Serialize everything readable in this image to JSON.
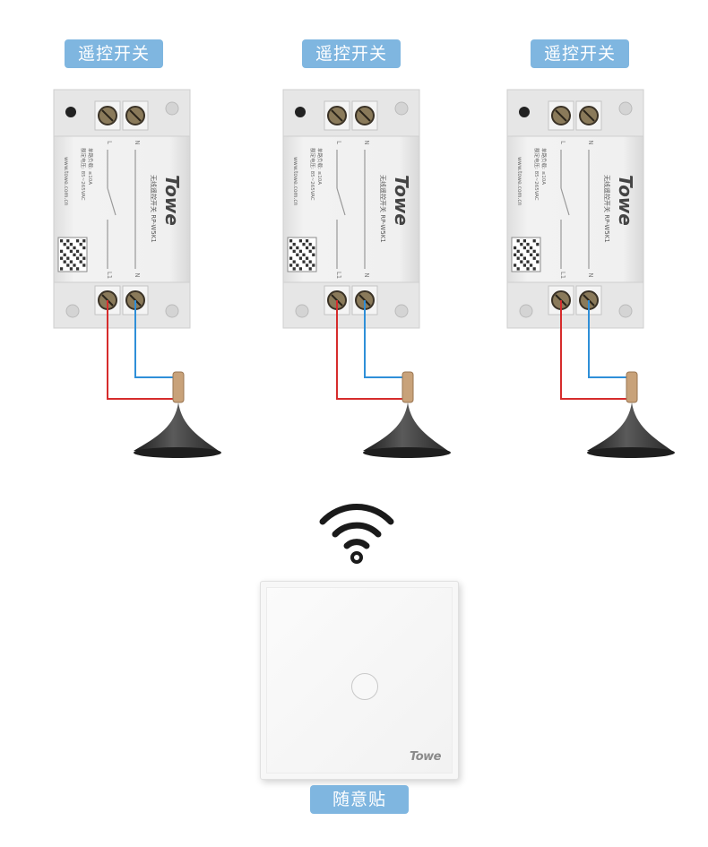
{
  "colors": {
    "tag_background": "#7fb6e0",
    "live_wire": "#d62c2c",
    "neutral_wire": "#2f8fd8"
  },
  "switch_units": [
    {
      "label": "遥控开关",
      "brand": "Towe",
      "model": "RP-W5K1",
      "website": "www.towe.com.cn",
      "spec_voltage": "额定电压: 85~265VAC",
      "spec_load": "单路负载: ≤10A",
      "title": "无线遥控开关",
      "terminals": [
        "L",
        "N",
        "L1",
        "N"
      ]
    },
    {
      "label": "遥控开关",
      "brand": "Towe",
      "model": "RP-W5K1",
      "website": "www.towe.com.cn",
      "spec_voltage": "额定电压: 85~265VAC",
      "spec_load": "单路负载: ≤10A",
      "title": "无线遥控开关",
      "terminals": [
        "L",
        "N",
        "L1",
        "N"
      ]
    },
    {
      "label": "遥控开关",
      "brand": "Towe",
      "model": "RP-W5K1",
      "website": "www.towe.com.cn",
      "spec_voltage": "额定电压: 85~265VAC",
      "spec_load": "单路负载: ≤10A",
      "title": "无线遥控开关",
      "terminals": [
        "L",
        "N",
        "L1",
        "N"
      ]
    }
  ],
  "wireless_icon": "wifi-signal-icon",
  "panel": {
    "brand": "Towe",
    "label": "随意贴"
  }
}
